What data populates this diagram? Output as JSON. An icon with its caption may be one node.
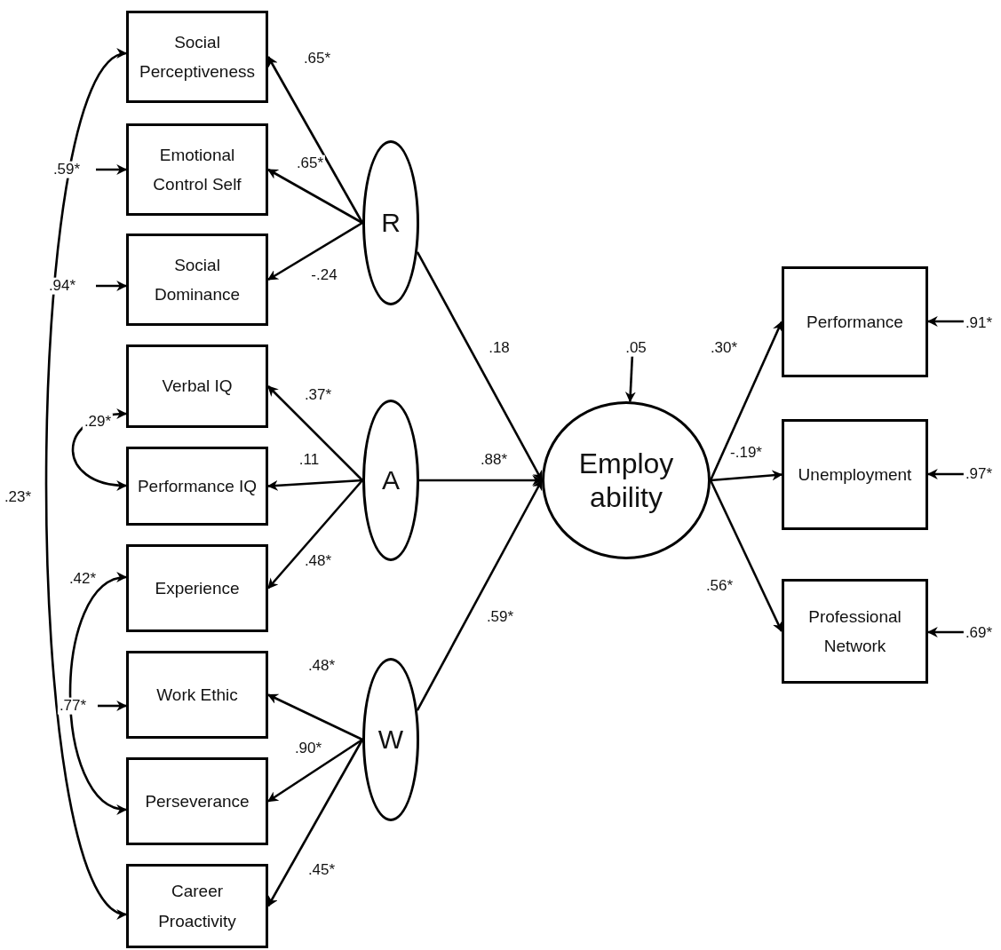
{
  "diagram": {
    "nodes": [
      {
        "text": [
          "Social Perceptiveness"
        ]
      },
      {
        "text": [
          "Emotional Control Self"
        ]
      },
      {
        "text": [
          "Social Dominance"
        ]
      },
      {
        "text": [
          "Verbal IQ"
        ]
      },
      {
        "text": [
          "Performance IQ"
        ]
      },
      {
        "text": [
          "Experience"
        ]
      },
      {
        "text": [
          "Work Ethic"
        ]
      },
      {
        "text": [
          "Perseverance"
        ]
      },
      {
        "text": [
          "Career Proactivity"
        ]
      },
      {
        "text": [
          "R"
        ]
      },
      {
        "text": [
          "A"
        ]
      },
      {
        "text": [
          "W"
        ]
      },
      {
        "text": [
          "Employ ability"
        ]
      },
      {
        "text": [
          "Performance"
        ]
      },
      {
        "text": [
          "Unemployment"
        ]
      },
      {
        "text": [
          "Professional Network"
        ]
      }
    ],
    "edges": [
      {
        "from": 9,
        "to": 0,
        "arrow": "to",
        "label": ".65*"
      },
      {
        "from": 9,
        "to": 1,
        "arrow": "to",
        "label": ".65*"
      },
      {
        "from": 9,
        "to": 2,
        "arrow": "to",
        "label": "-.24"
      },
      {
        "from": 10,
        "to": 3,
        "arrow": "to",
        "label": ".37*"
      },
      {
        "from": 10,
        "to": 4,
        "arrow": "to",
        "label": ".11"
      },
      {
        "from": 10,
        "to": 5,
        "arrow": "to",
        "label": ".48*"
      },
      {
        "from": 11,
        "to": 6,
        "arrow": "to",
        "label": ".48*"
      },
      {
        "from": 11,
        "to": 7,
        "arrow": "to",
        "label": ".90*"
      },
      {
        "from": 11,
        "to": 8,
        "arrow": "to",
        "label": ".45*"
      },
      {
        "from": 9,
        "to": 12,
        "arrow": "to",
        "label": ".18"
      },
      {
        "from": 10,
        "to": 12,
        "arrow": "to",
        "label": ".88*"
      },
      {
        "from": 11,
        "to": 12,
        "arrow": "to",
        "label": ".59*"
      },
      {
        "from": 12,
        "to": 13,
        "arrow": "to",
        "label": ".30*"
      },
      {
        "from": 12,
        "to": 14,
        "arrow": "to",
        "label": "-.19*"
      },
      {
        "from": 12,
        "to": 15,
        "arrow": "to",
        "label": ".56*"
      },
      {
        "from": 3,
        "to": 4,
        "arrow": "both",
        "label": ".29*"
      },
      {
        "from": 5,
        "to": 7,
        "arrow": "both",
        "label": ".42*"
      },
      {
        "from": 0,
        "to": 8,
        "arrow": "both",
        "label": ".23*"
      },
      {
        "from": null,
        "to": 1,
        "arrow": "to",
        "label": ".59*"
      },
      {
        "from": null,
        "to": 2,
        "arrow": "to",
        "label": ".94*"
      },
      {
        "from": null,
        "to": 6,
        "arrow": "to",
        "label": ".77*"
      },
      {
        "from": null,
        "to": 12,
        "arrow": "to",
        "label": ".05"
      },
      {
        "from": null,
        "to": 13,
        "arrow": "to",
        "label": ".91*"
      },
      {
        "from": null,
        "to": 14,
        "arrow": "to",
        "label": ".97*"
      },
      {
        "from": null,
        "to": 15,
        "arrow": "to",
        "label": ".69*"
      }
    ]
  }
}
